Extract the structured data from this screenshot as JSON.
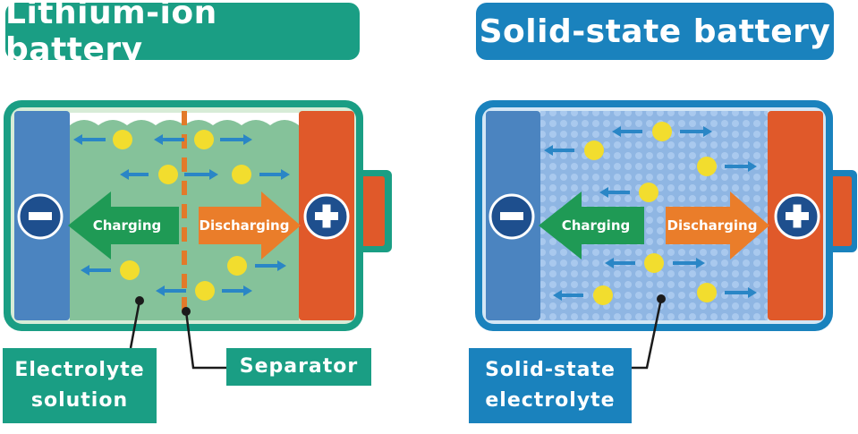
{
  "titles": {
    "left": "Lithium-ion battery",
    "right": "Solid-state battery"
  },
  "arrows": {
    "charging": "Charging",
    "discharging": "Discharging"
  },
  "terminals": {
    "negative_icon": "minus-icon",
    "positive_icon": "plus-icon"
  },
  "callouts": {
    "electrolyte_line1": "Electrolyte",
    "electrolyte_line2": "solution",
    "separator": "Separator",
    "solid_line1": "Solid-state",
    "solid_line2": "electrolyte"
  },
  "colors": {
    "lithium_accent": "#1a9e84",
    "solid_accent": "#1a82bd",
    "anode": "#4b84c0",
    "cathode": "#e0592a",
    "charging_arrow": "#1f9a55",
    "discharging_arrow": "#ea7d2a",
    "ion": "#f2dd2e",
    "ion_arrow": "#2a86c6"
  }
}
